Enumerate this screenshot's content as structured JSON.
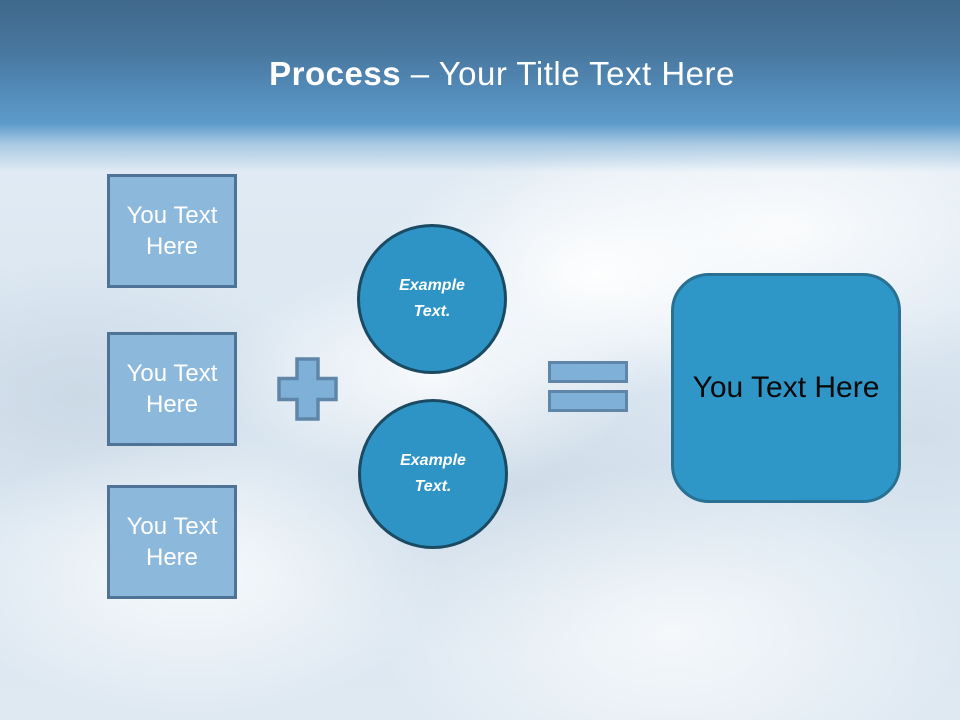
{
  "title": {
    "bold": "Process",
    "rest": " – Your Title Text Here"
  },
  "input_boxes": [
    {
      "label": "You Text Here"
    },
    {
      "label": "You Text Here"
    },
    {
      "label": "You Text Here"
    }
  ],
  "operators": {
    "plus_icon": "plus-icon",
    "equals_icon": "equals-icon"
  },
  "circles": [
    {
      "label": "Example Text."
    },
    {
      "label": "Example Text."
    }
  ],
  "result_box": {
    "label": "You Text Here"
  },
  "colors": {
    "header_gradient_top": "#40688c",
    "header_gradient_bottom": "#5d9bcb",
    "title_text": "#ffffff",
    "input_box_fill": "#8cb8dc",
    "input_box_border": "#4f7396",
    "operator_fill": "#7fb0d7",
    "operator_border": "#5f85a8",
    "circle_fill": "#2e94c6",
    "circle_border": "#1b4a63",
    "result_box_fill": "#2f96c8",
    "result_box_border": "#297092",
    "result_text": "#0a0a0a",
    "background": "#dde8f2"
  }
}
